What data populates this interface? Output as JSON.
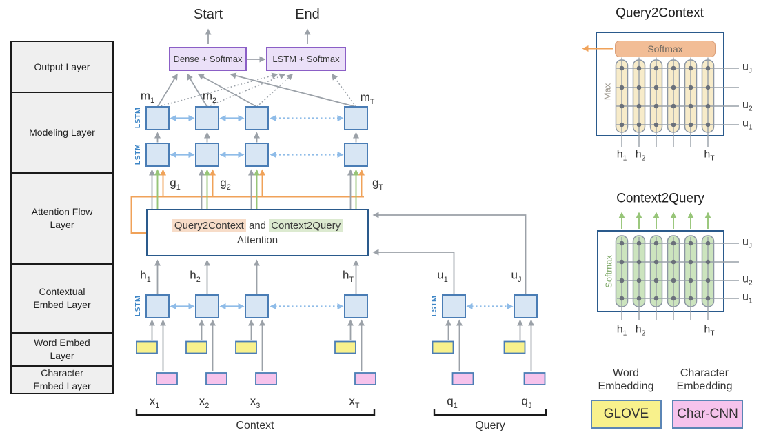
{
  "sidebar": {
    "rows": [
      {
        "lines": [
          "Output Layer"
        ]
      },
      {
        "lines": [
          "Modeling Layer"
        ]
      },
      {
        "lines": [
          "Attention Flow",
          "Layer"
        ]
      },
      {
        "lines": [
          "Contextual",
          "Embed Layer"
        ]
      },
      {
        "lines": [
          "Word Embed",
          "Layer"
        ]
      },
      {
        "lines": [
          "Character",
          "Embed Layer"
        ]
      }
    ]
  },
  "output": {
    "start": "Start",
    "end": "End",
    "dense": "Dense + Softmax",
    "lstm": "LSTM + Softmax"
  },
  "attention": {
    "q2c": "Query2Context",
    "conj": "and",
    "c2q": "Context2Query",
    "line2": "Attention"
  },
  "lstm": "LSTM",
  "labels": {
    "m1": {
      "b": "m",
      "s": "1"
    },
    "m2": {
      "b": "m",
      "s": "2"
    },
    "mT": {
      "b": "m",
      "s": "T"
    },
    "g1": {
      "b": "g",
      "s": "1"
    },
    "g2": {
      "b": "g",
      "s": "2"
    },
    "gT": {
      "b": "g",
      "s": "T"
    },
    "h1": {
      "b": "h",
      "s": "1"
    },
    "h2": {
      "b": "h",
      "s": "2"
    },
    "hT": {
      "b": "h",
      "s": "T"
    },
    "u1": {
      "b": "u",
      "s": "1"
    },
    "u2": {
      "b": "u",
      "s": "2"
    },
    "uJ": {
      "b": "u",
      "s": "J"
    },
    "x1": {
      "b": "x",
      "s": "1"
    },
    "x2": {
      "b": "x",
      "s": "2"
    },
    "x3": {
      "b": "x",
      "s": "3"
    },
    "xT": {
      "b": "x",
      "s": "T"
    },
    "q1": {
      "b": "q",
      "s": "1"
    },
    "qJ": {
      "b": "q",
      "s": "J"
    }
  },
  "groups": {
    "context": "Context",
    "query": "Query"
  },
  "panels": {
    "q2c": {
      "title": "Query2Context",
      "softmax": "Softmax",
      "max": "Max"
    },
    "c2q": {
      "title": "Context2Query",
      "softmax": "Softmax"
    }
  },
  "legend": {
    "word": {
      "lines": [
        "Word",
        "Embedding"
      ],
      "box": "GLOVE"
    },
    "char": {
      "lines": [
        "Character",
        "Embedding"
      ],
      "box": "Char-CNN"
    }
  },
  "colors": {
    "cell_fill": "#D8E6F4",
    "cell_border": "#4A7DB5",
    "arrow_gray": "#9BA1A8",
    "arrow_blue": "#8FBCE8",
    "orange": "#F0A259",
    "green": "#97C578",
    "purple_fill": "#EBE0F8",
    "purple_border": "#8B5FC6",
    "yellow_fill": "#F8F18C",
    "pink_fill": "#F6C3EC",
    "attention_border": "#2A5A8C",
    "q2c_highlight": "#F7DCC8",
    "c2q_highlight": "#DCEAD0",
    "softmax_fill": "#F2BD96",
    "capsule_tan": "#F7EBC9",
    "capsule_green": "#CCE4BE"
  }
}
